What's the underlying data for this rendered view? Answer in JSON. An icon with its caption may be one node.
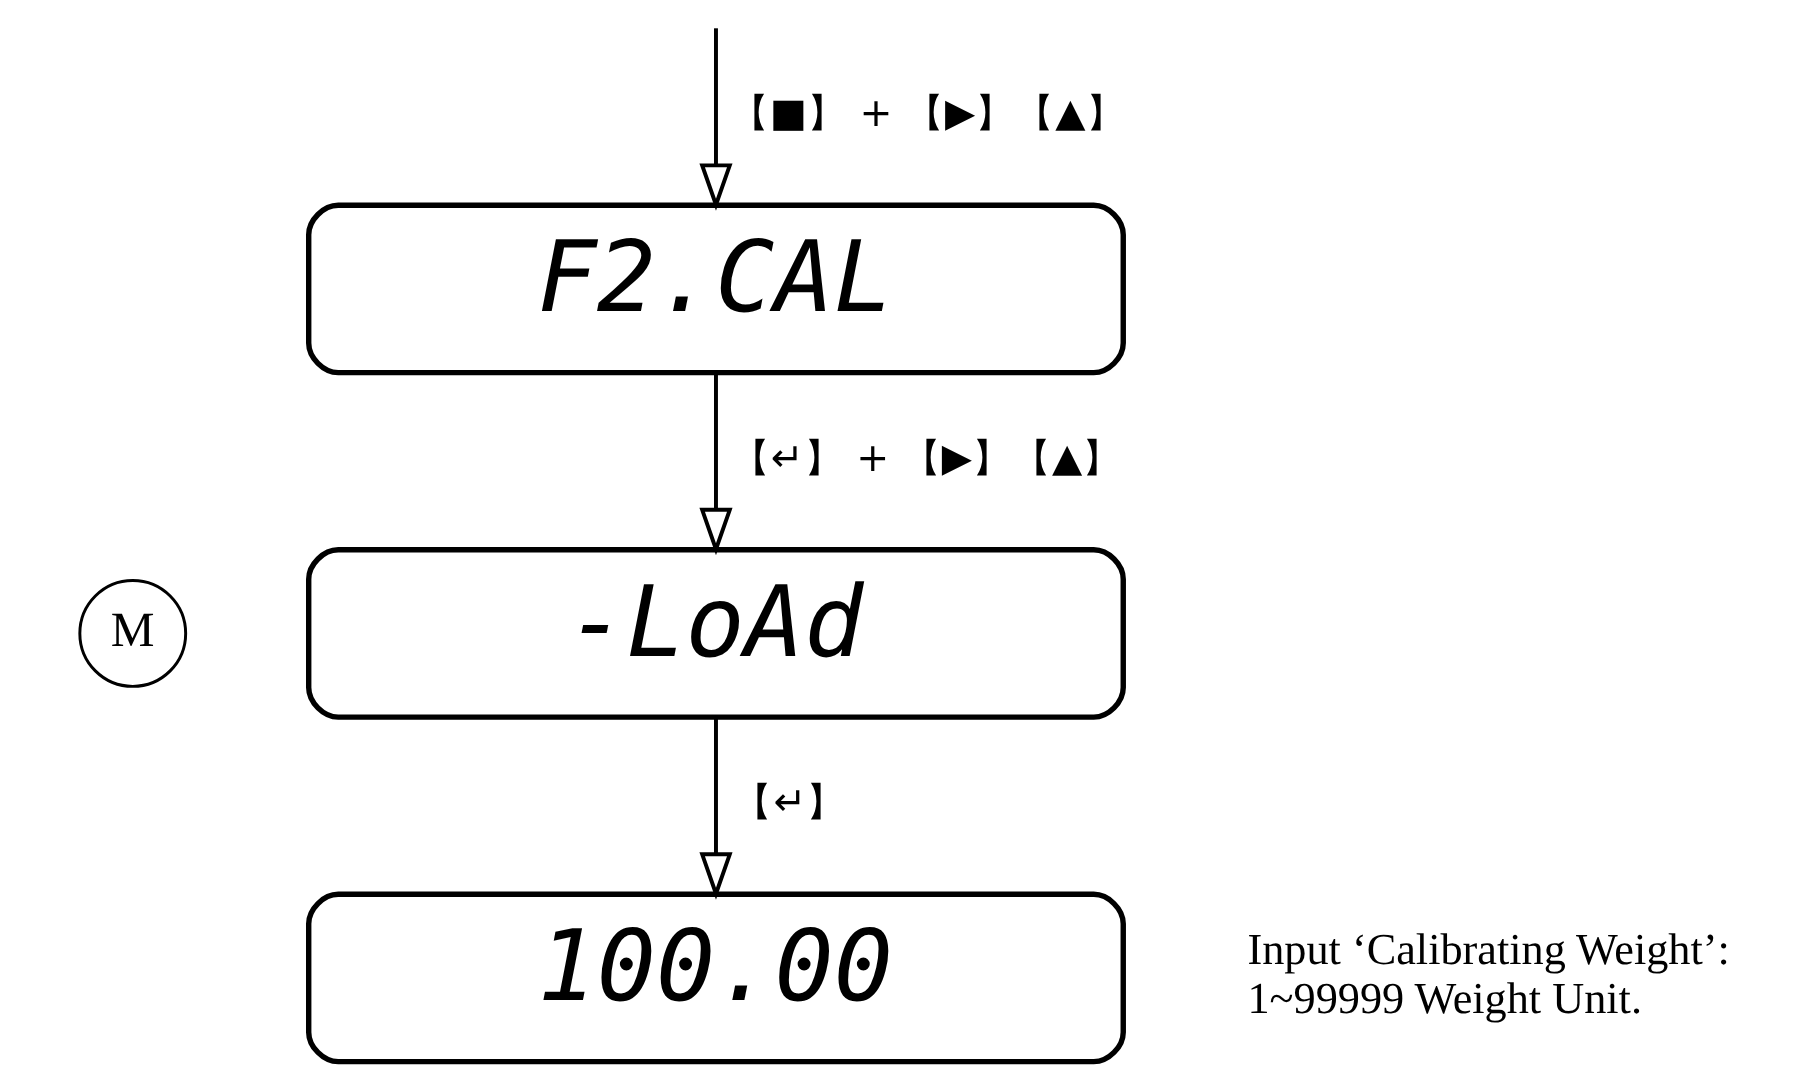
{
  "diagram": {
    "nodes": [
      {
        "text": [
          "F2.CAL"
        ]
      },
      {
        "text": [
          "M"
        ]
      },
      {
        "text": [
          "-LoAd"
        ]
      },
      {
        "text": [
          "100.00"
        ],
        "beside": [
          "Input ‘Calibrating Weight’: 1~99999 Weight Unit."
        ]
      }
    ],
    "edges": [
      {
        "from": null,
        "to": 0,
        "arrow": "to",
        "label": "【■】 + 【▶】【▲】"
      },
      {
        "from": 0,
        "to": 2,
        "arrow": "to",
        "label": "【↵】 + 【▶】【▲】"
      },
      {
        "from": 2,
        "to": 3,
        "arrow": "to",
        "label": "【↵】"
      }
    ]
  }
}
